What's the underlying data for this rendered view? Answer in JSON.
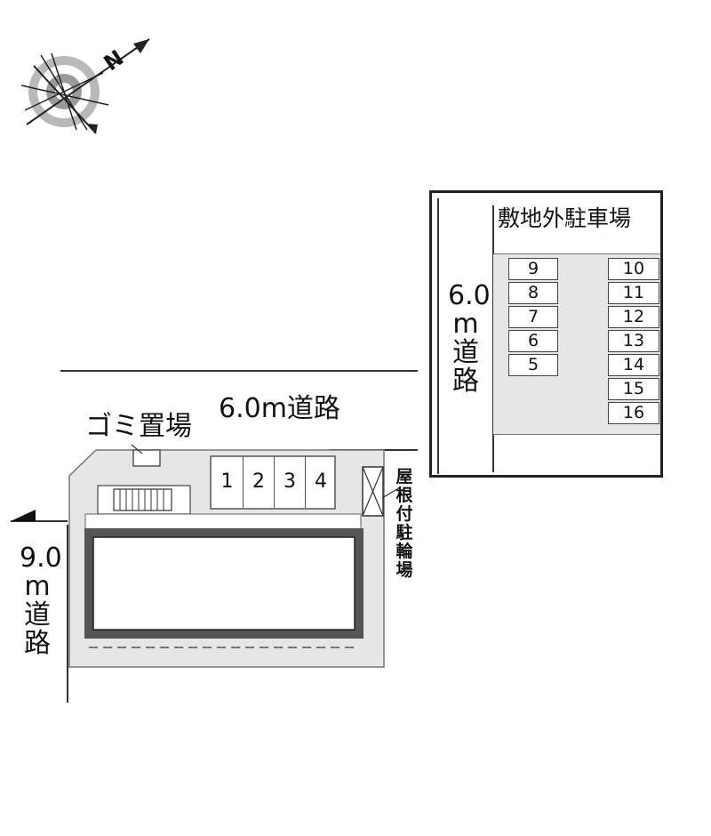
{
  "compass": {
    "north_label": "N",
    "icon": "compass-rose-icon"
  },
  "roads": {
    "north": "6.0m道路",
    "west_chars": [
      "9.0",
      "m",
      "道",
      "路"
    ]
  },
  "garbage_area": "ゴミ置場",
  "bike_parking_chars": [
    "屋",
    "根",
    "付",
    "駐",
    "輪",
    "場"
  ],
  "onsite_parking": [
    "1",
    "2",
    "3",
    "4"
  ],
  "offsite_parking": {
    "title": "敷地外駐車場",
    "road_chars": [
      "6.0",
      "m",
      "道",
      "路"
    ],
    "left_column": [
      "9",
      "8",
      "7",
      "6",
      "5"
    ],
    "right_column": [
      "10",
      "11",
      "12",
      "13",
      "14",
      "15",
      "16"
    ]
  },
  "colors": {
    "site": "#e6e6e6",
    "building_outline": "#555555",
    "line": "#222222"
  }
}
